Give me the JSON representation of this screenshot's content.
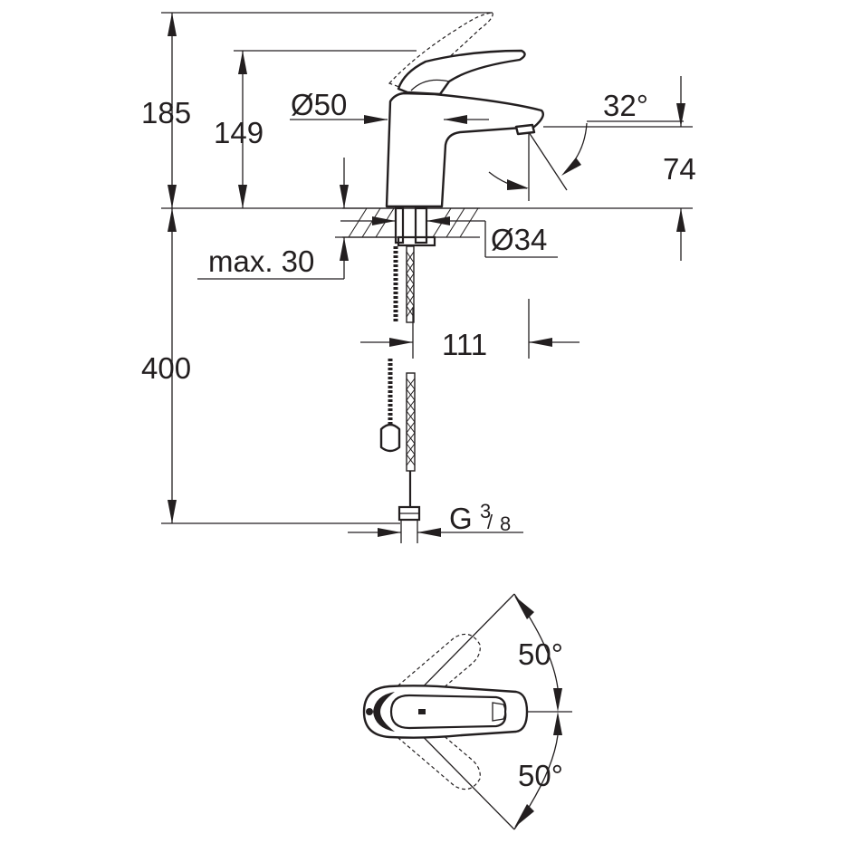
{
  "side_view": {
    "dimensions": {
      "height_total": "185",
      "height_spout": "149",
      "body_diameter": "Ø50",
      "spout_angle": "32°",
      "spout_clearance": "74",
      "base_diameter": "Ø34",
      "max_thickness": "max. 30",
      "hose_length": "400",
      "reach": "111",
      "connection_thread_base": "G",
      "connection_thread_num": "3",
      "connection_thread_den": "8"
    }
  },
  "top_view": {
    "dimensions": {
      "lever_angle_top": "50°",
      "lever_angle_bottom": "50°"
    }
  },
  "colors": {
    "line": "#231f20",
    "background": "#ffffff"
  }
}
